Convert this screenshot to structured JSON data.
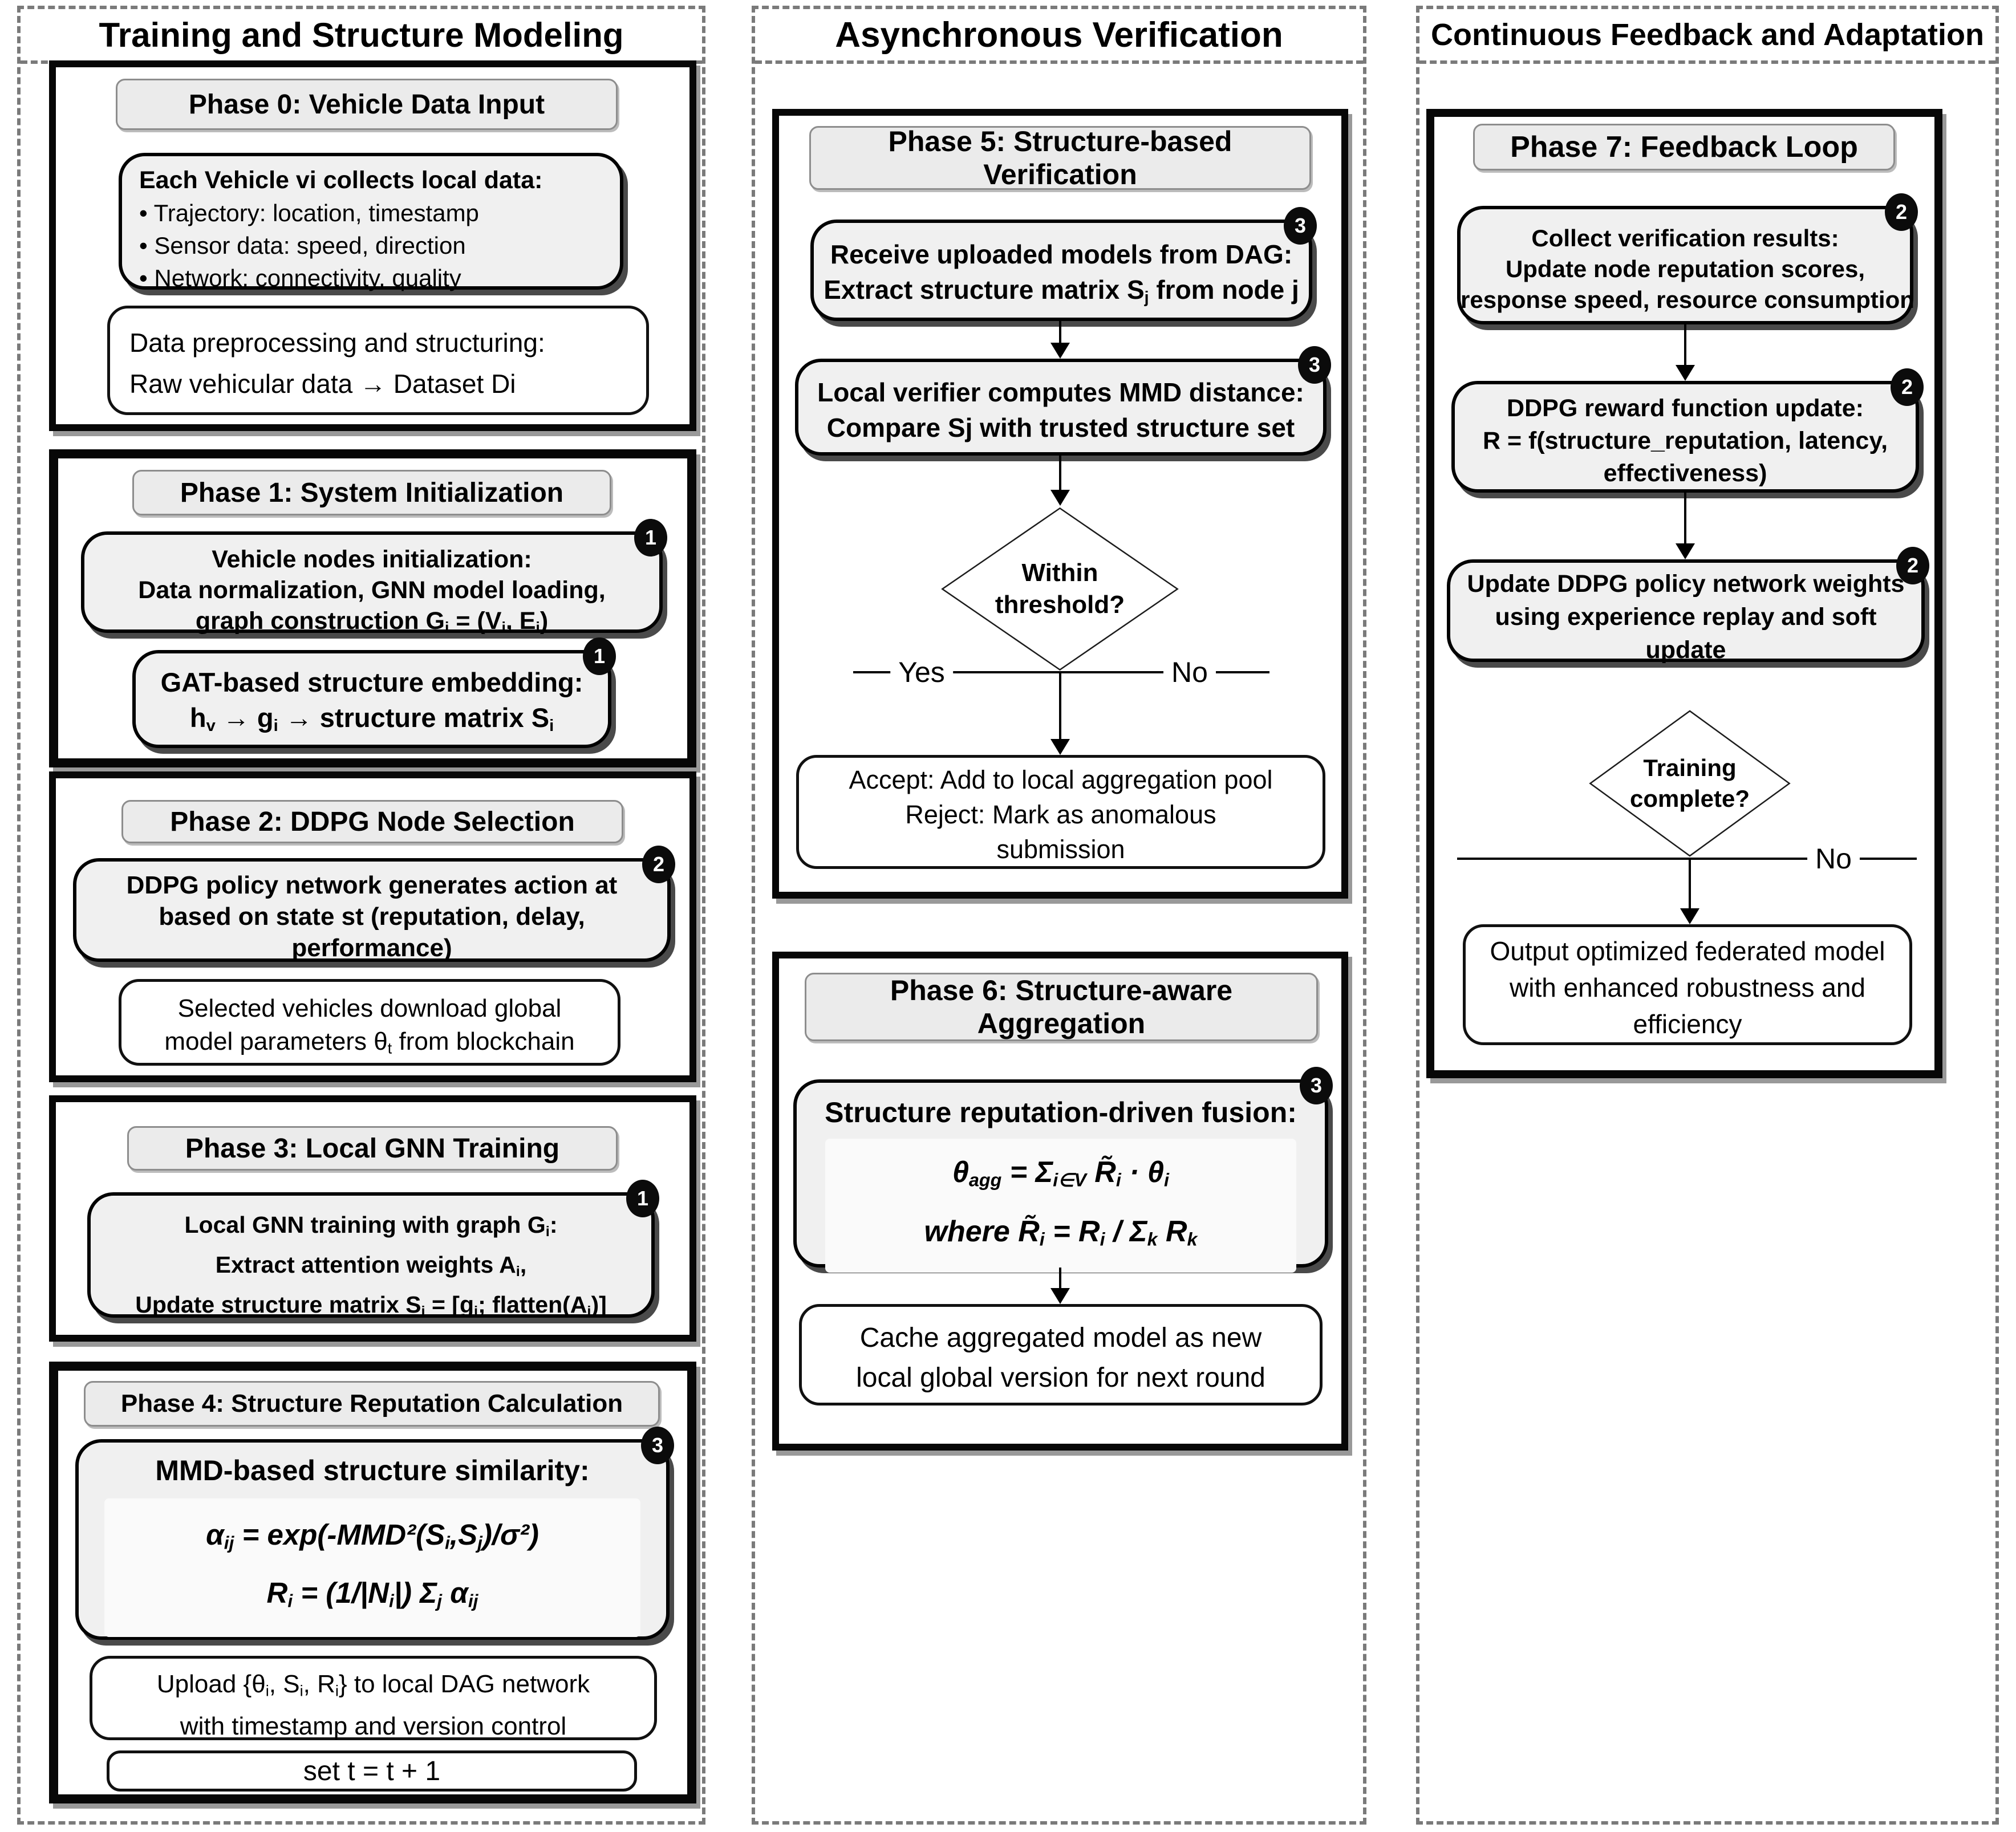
{
  "left": {
    "title": "Training and Structure Modeling",
    "phase0": {
      "header": "Phase 0: Vehicle Data Input",
      "collect": {
        "title": "Each Vehicle vi collects local data:",
        "b1": "• Trajectory: location, timestamp",
        "b2": "• Sensor data: speed, direction",
        "b3": "• Network: connectivity, quality"
      },
      "prep": {
        "l1": "Data preprocessing and structuring:",
        "l2": "Raw vehicular data → Dataset Di"
      }
    },
    "phase1": {
      "header": "Phase 1: System Initialization",
      "init": {
        "badge": "1",
        "l1": "Vehicle nodes initialization:",
        "l2": "Data normalization, GNN model loading,",
        "l3": [
          {
            "t": "graph construction G"
          },
          {
            "t": "i",
            "s": 1
          },
          {
            "t": " = (V"
          },
          {
            "t": "i",
            "s": 1
          },
          {
            "t": ", E"
          },
          {
            "t": "i",
            "s": 1
          },
          {
            "t": ")"
          }
        ]
      },
      "gat": {
        "badge": "1",
        "l1": "GAT-based structure embedding:",
        "l2": [
          {
            "t": "h"
          },
          {
            "t": "v",
            "s": 1
          },
          {
            "t": " → g"
          },
          {
            "t": "i",
            "s": 1
          },
          {
            "t": " → structure matrix S"
          },
          {
            "t": "i",
            "s": 1
          }
        ]
      }
    },
    "phase2": {
      "header": "Phase 2: DDPG Node Selection",
      "policy": {
        "badge": "2",
        "l1": "DDPG policy network generates action at",
        "l2": "based on state st (reputation, delay,",
        "l3": "performance)"
      },
      "down": {
        "l1": "Selected vehicles download global",
        "l2": [
          {
            "t": "model parameters θ"
          },
          {
            "t": "t",
            "s": 1
          },
          {
            "t": " from blockchain"
          }
        ]
      }
    },
    "phase3": {
      "header": "Phase 3: Local GNN Training",
      "train": {
        "badge": "1",
        "l1": [
          {
            "t": "Local GNN training with graph G"
          },
          {
            "t": "i",
            "s": 1
          },
          {
            "t": ":"
          }
        ],
        "l2": [
          {
            "t": "Extract attention weights A"
          },
          {
            "t": "i",
            "s": 1
          },
          {
            "t": ","
          }
        ],
        "l3": [
          {
            "t": "Update structure matrix S"
          },
          {
            "t": "i",
            "s": 1
          },
          {
            "t": " = [g"
          },
          {
            "t": "i",
            "s": 1
          },
          {
            "t": "; flatten(A"
          },
          {
            "t": "i",
            "s": 1
          },
          {
            "t": ")]"
          }
        ]
      }
    },
    "phase4": {
      "header": "Phase 4: Structure Reputation Calculation",
      "mmd": {
        "badge": "3",
        "title": "MMD-based structure similarity:",
        "f1": [
          {
            "t": "α"
          },
          {
            "t": "ij",
            "s": 1
          },
          {
            "t": " = exp(-MMD²(S"
          },
          {
            "t": "i",
            "s": 1
          },
          {
            "t": ",S"
          },
          {
            "t": "j",
            "s": 1
          },
          {
            "t": ")/σ²)"
          }
        ],
        "f2": [
          {
            "t": "R"
          },
          {
            "t": "i",
            "s": 1
          },
          {
            "t": " = (1/|N"
          },
          {
            "t": "i",
            "s": 1
          },
          {
            "t": "|) Σ"
          },
          {
            "t": "j",
            "s": 1
          },
          {
            "t": " α"
          },
          {
            "t": "ij",
            "s": 1
          }
        ]
      },
      "upload": {
        "l1": [
          {
            "t": "Upload {θ"
          },
          {
            "t": "i",
            "s": 1
          },
          {
            "t": ", S"
          },
          {
            "t": "i",
            "s": 1
          },
          {
            "t": ", R"
          },
          {
            "t": "i",
            "s": 1
          },
          {
            "t": "} to local DAG network"
          }
        ],
        "l2": "with timestamp and version control"
      },
      "sett": {
        "l1": "set t = t + 1"
      }
    }
  },
  "mid": {
    "title": "Asynchronous Verification",
    "phase5": {
      "header": "Phase 5: Structure-based Verification",
      "recv": {
        "badge": "3",
        "l1": "Receive uploaded models from DAG:",
        "l2": [
          {
            "t": "Extract structure matrix S"
          },
          {
            "t": "j",
            "s": 1
          },
          {
            "t": " from node j"
          }
        ]
      },
      "verify": {
        "badge": "3",
        "l1": "Local verifier computes MMD distance:",
        "l2": "Compare Sj with trusted structure set"
      },
      "diamond": {
        "l1": "Within",
        "l2": "threshold?"
      },
      "yes": "Yes",
      "no": "No",
      "accept": {
        "l1": "Accept: Add to local aggregation pool",
        "l2": "Reject: Mark as anomalous",
        "l3": "submission"
      }
    },
    "phase6": {
      "header": "Phase 6: Structure-aware Aggregation",
      "fusion": {
        "badge": "3",
        "title": "Structure reputation-driven fusion:",
        "f1": [
          {
            "t": "θ"
          },
          {
            "t": "agg",
            "s": 1
          },
          {
            "t": " = Σ"
          },
          {
            "t": "i∈V",
            "s": 1
          },
          {
            "t": " R̃"
          },
          {
            "t": "i",
            "s": 1
          },
          {
            "t": " · θ"
          },
          {
            "t": "i",
            "s": 1
          }
        ],
        "f2": [
          {
            "t": "where R̃"
          },
          {
            "t": "i",
            "s": 1
          },
          {
            "t": " = R"
          },
          {
            "t": "i",
            "s": 1
          },
          {
            "t": " / Σ"
          },
          {
            "t": "k",
            "s": 1
          },
          {
            "t": " R"
          },
          {
            "t": "k",
            "s": 1
          }
        ]
      },
      "cache": {
        "l1": "Cache aggregated model as new",
        "l2": "local global version for next round"
      }
    }
  },
  "right": {
    "title": "Continuous Feedback and Adaptation",
    "phase7": {
      "header": "Phase 7: Feedback Loop",
      "collect": {
        "badge": "2",
        "l1": "Collect verification results:",
        "l2": "Update node reputation scores,",
        "l3": "response speed, resource consumption"
      },
      "reward": {
        "badge": "2",
        "l1": "DDPG reward function update:",
        "l2": "R = f(structure_reputation, latency,",
        "l3": "effectiveness)"
      },
      "update": {
        "badge": "2",
        "l1": "Update DDPG policy network weights",
        "l2": "using experience replay and soft",
        "l3": "update"
      },
      "diamond": {
        "l1": "Training",
        "l2": "complete?"
      },
      "no": "No",
      "output": {
        "l1": "Output optimized federated model",
        "l2": "with enhanced robustness and",
        "l3": "efficiency"
      }
    }
  }
}
